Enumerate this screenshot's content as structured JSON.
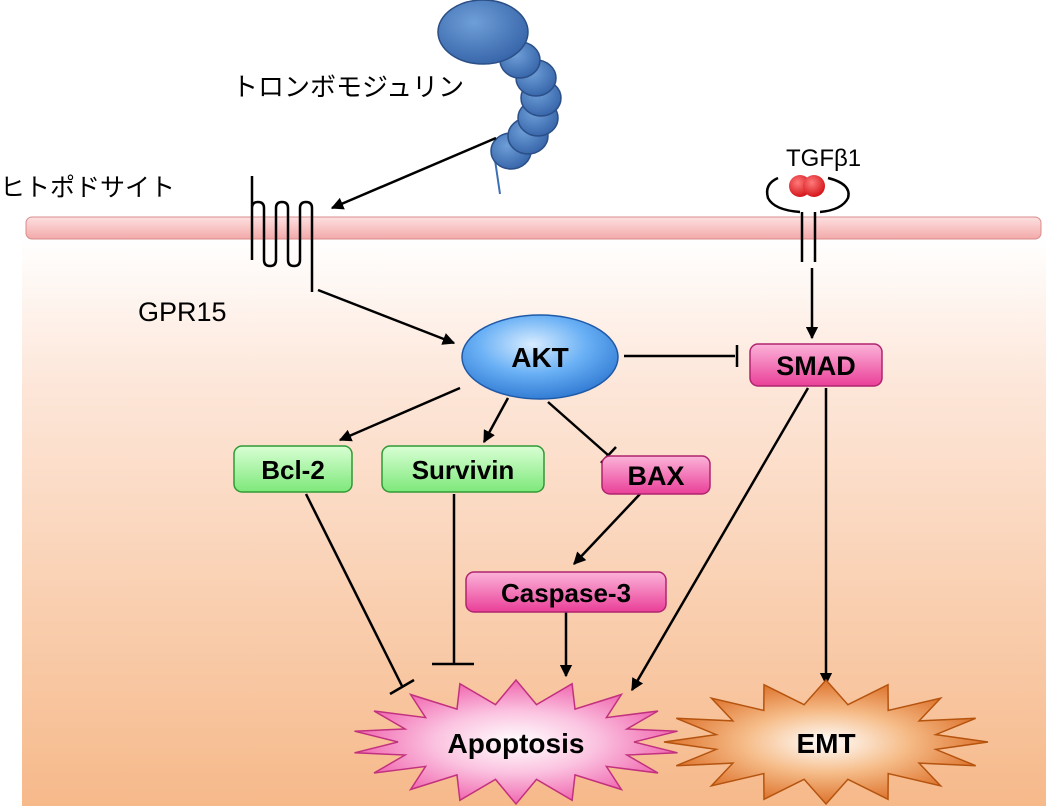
{
  "labels": {
    "thrombomodulin": "トロンボモジュリン",
    "membrane": "ヒトポドサイト",
    "gpr15": "GPR15",
    "tgfb1": "TGFβ1"
  },
  "nodes": {
    "akt": "AKT",
    "smad": "SMAD",
    "bcl2": "Bcl-2",
    "survivin": "Survivin",
    "bax": "BAX",
    "caspase3": "Caspase-3",
    "apoptosis": "Apoptosis",
    "emt": "EMT"
  },
  "colors": {
    "akt_fill": "#3d8fe0",
    "green_box": "#8ff08a",
    "pink_box": "#ee4fa0",
    "apoptosis_burst": "#f06ab0",
    "emt_burst": "#e0701e",
    "membrane": "#f6b8b8",
    "cell_bg_bottom": "#f6b98a",
    "protein": "#3f72b8",
    "ligand": "#e0161a"
  }
}
